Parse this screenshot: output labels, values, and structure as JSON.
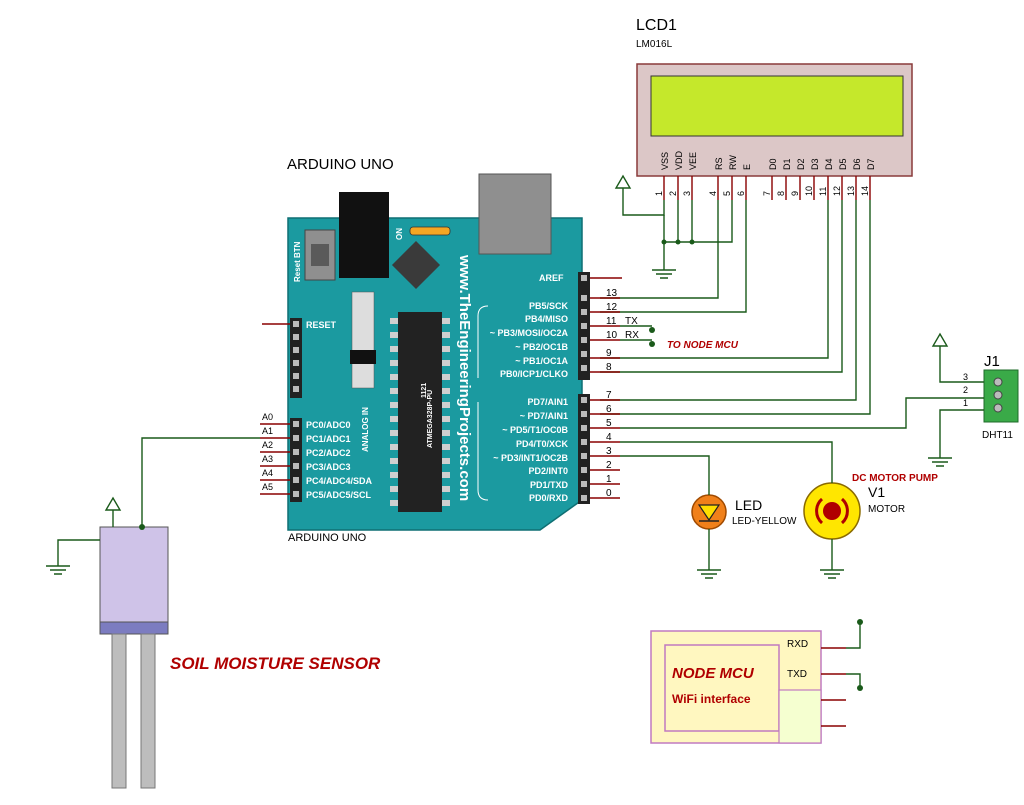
{
  "lcd": {
    "title": "LCD1",
    "model": "LM016L",
    "pin_names": [
      "VSS",
      "VDD",
      "VEE",
      "RS",
      "RW",
      "E",
      "D0",
      "D1",
      "D2",
      "D3",
      "D4",
      "D5",
      "D6",
      "D7"
    ],
    "pin_numbers": [
      "1",
      "2",
      "3",
      "4",
      "5",
      "6",
      "7",
      "8",
      "9",
      "10",
      "11",
      "12",
      "13",
      "14"
    ],
    "screen_color": "#c5e82b"
  },
  "arduino": {
    "title": "ARDUINO UNO",
    "footer": "ARDUINO UNO",
    "website": "www.TheEngineeringProjects.com",
    "reset_btn": "Reset BTN",
    "on": "ON",
    "reset": "RESET",
    "analog_in": "ANALOG IN",
    "chip_line1": "1121",
    "chip_line2": "ATMEGA328P-PU",
    "board_color": "#1b9aa0",
    "analog_pins": [
      "PC0/ADC0",
      "PC1/ADC1",
      "PC2/ADC2",
      "PC3/ADC3",
      "PC4/ADC4/SDA",
      "PC5/ADC5/SCL"
    ],
    "analog_labels": [
      "A0",
      "A1",
      "A2",
      "A3",
      "A4",
      "A5"
    ],
    "aref": "AREF",
    "digital_pins_top": [
      "PB5/SCK",
      "PB4/MISO",
      "~ PB3/MOSI/OC2A",
      "~ PB2/OC1B",
      "~ PB1/OC1A",
      "PB0/ICP1/CLKO"
    ],
    "digital_numbers_top": [
      "13",
      "12",
      "11",
      "10",
      "9",
      "8"
    ],
    "digital_pins_bottom": [
      "PD7/AIN1",
      "~ PD7/AIN1",
      "~ PD5/T1/OC0B",
      "PD4/T0/XCK",
      "~ PD3/INT1/OC2B",
      "PD2/INT0",
      "PD1/TXD",
      "PD0/RXD"
    ],
    "digital_numbers_bottom": [
      "7",
      "6",
      "5",
      "4",
      "3",
      "2",
      "1",
      "0"
    ]
  },
  "serial": {
    "tx": "TX",
    "rx": "RX",
    "to_node": "TO NODE MCU"
  },
  "dht": {
    "title": "J1",
    "model": "DHT11",
    "pins": [
      "3",
      "2",
      "1"
    ]
  },
  "led": {
    "title": "LED",
    "model": "LED-YELLOW"
  },
  "motor": {
    "title": "V1",
    "model": "MOTOR",
    "caption": "DC MOTOR PUMP"
  },
  "node": {
    "rxd": "RXD",
    "txd": "TXD",
    "title": "NODE MCU",
    "subtitle": "WiFi interface"
  },
  "soil": {
    "caption": "SOIL MOISTURE SENSOR"
  }
}
